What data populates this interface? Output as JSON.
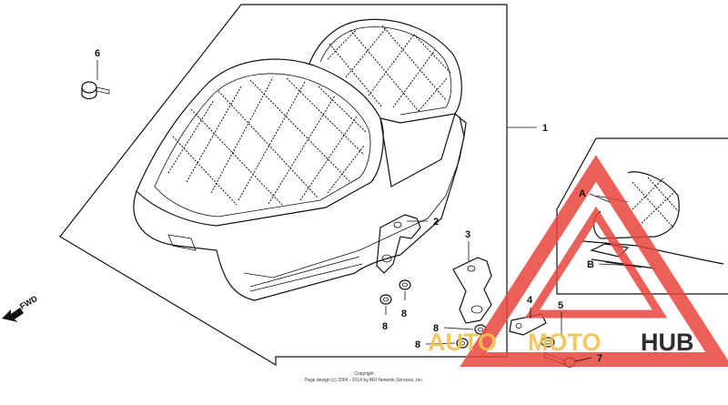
{
  "diagram": {
    "callouts": {
      "c1": "1",
      "c2": "2",
      "c3": "3",
      "c4": "4",
      "c5": "5",
      "c6": "6",
      "c7": "7",
      "c8a": "8",
      "c8b": "8",
      "c8c": "8",
      "c8d": "8"
    },
    "detail": {
      "label_a": "A",
      "label_b": "B"
    },
    "fwd_label": "FWD",
    "copyright": {
      "line1": "Copyright",
      "line2": "Page design (c) 2004 - 2014 by ARI Network Services, Inc."
    }
  },
  "watermark": {
    "part1": "AUTO",
    "part2": "MOTO",
    "part3": "HUB",
    "triangle_color": "#e8453c",
    "text_color": "#f2c14e",
    "hub_color": "#2e2e2e"
  }
}
